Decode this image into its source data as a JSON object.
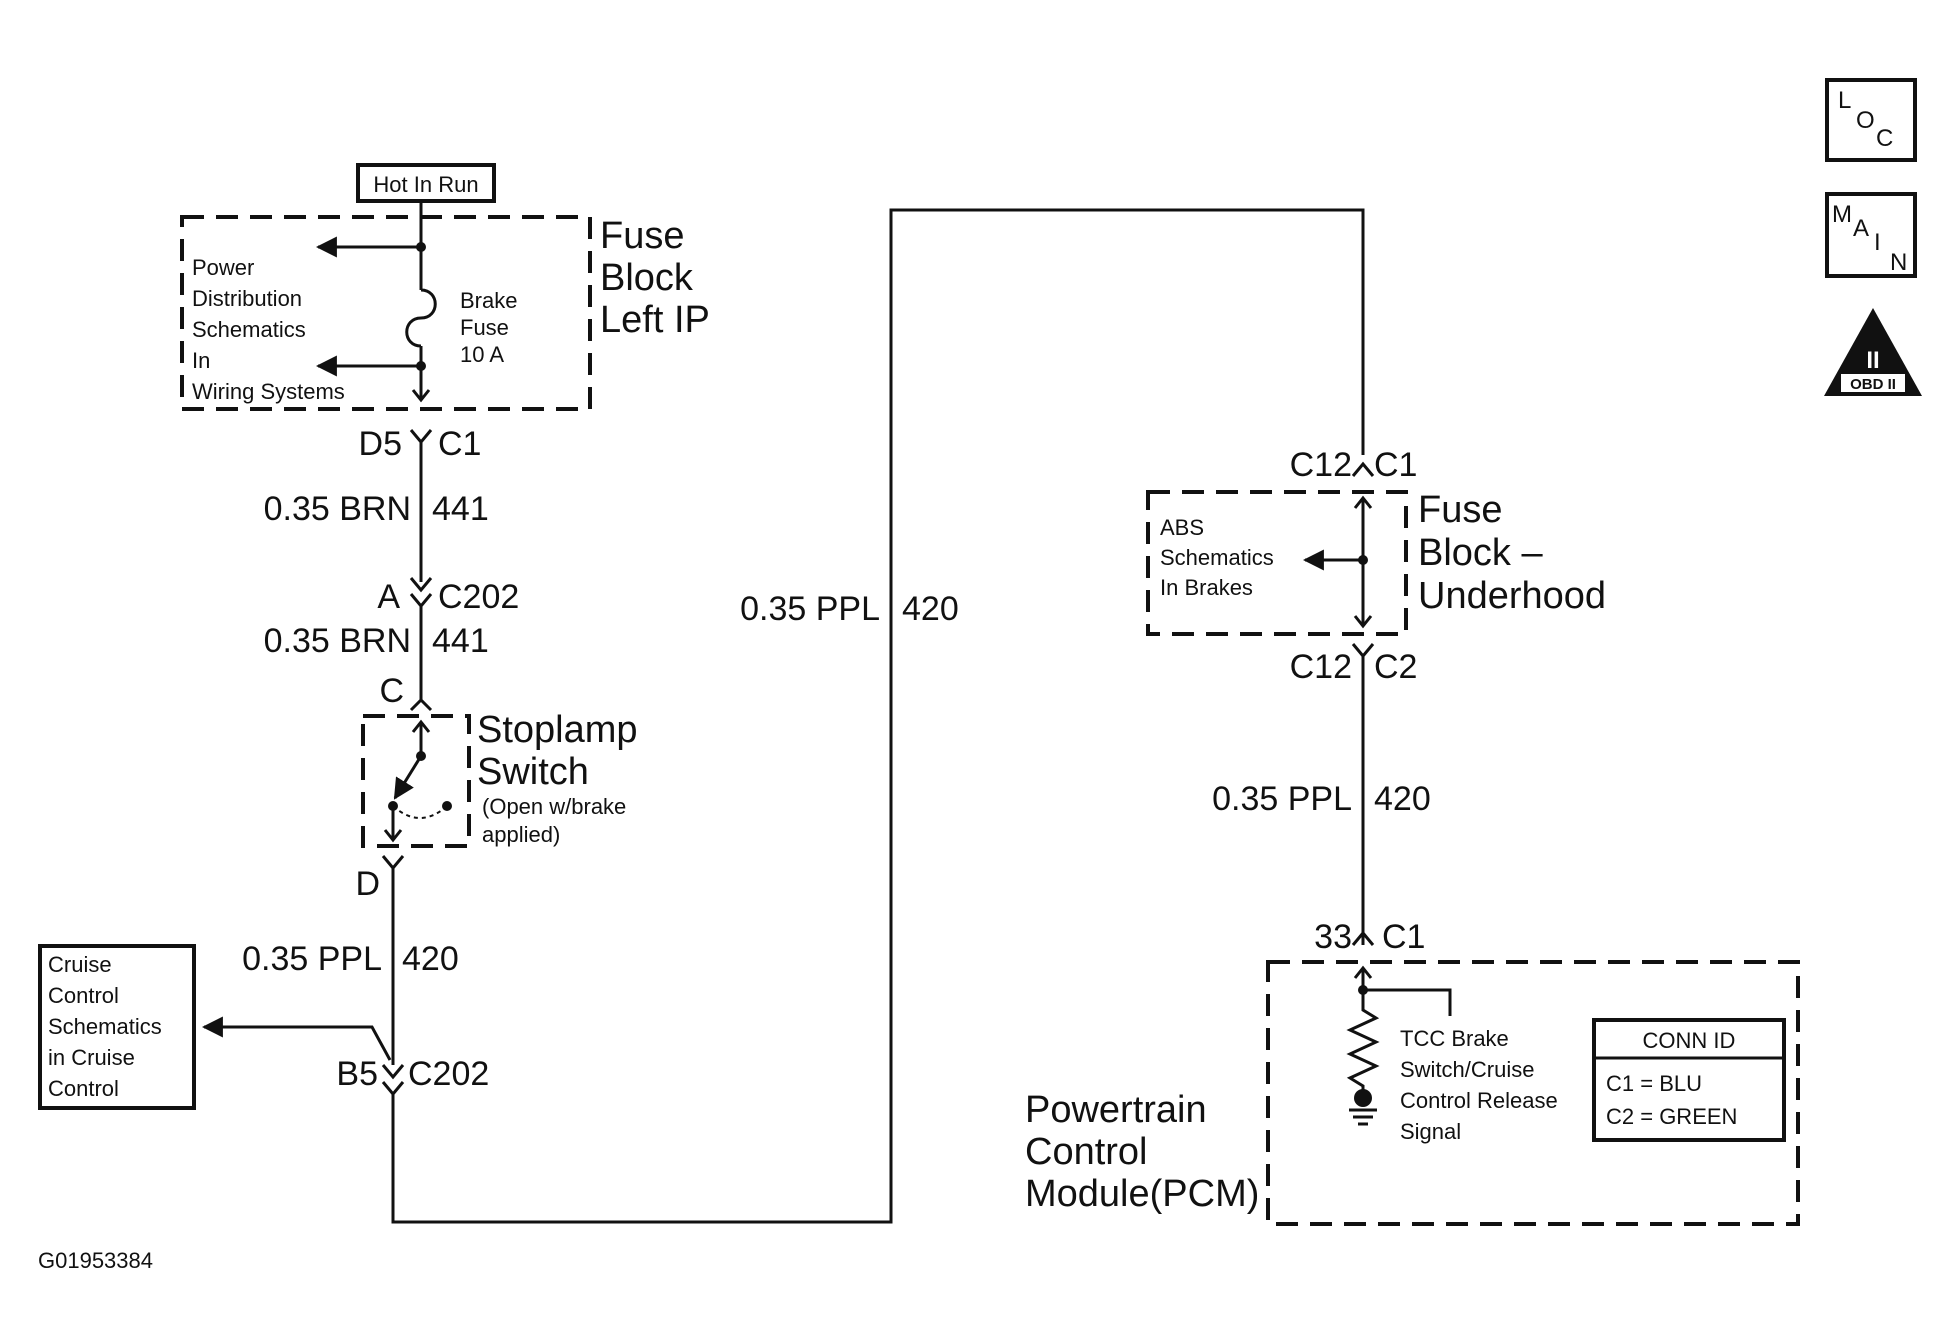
{
  "hot_in_run": "Hot In Run",
  "fuse_block_left": {
    "title_lines": [
      "Fuse",
      "Block",
      "Left IP"
    ]
  },
  "power_dist": {
    "lines": [
      "Power",
      "Distribution",
      "Schematics",
      "In",
      "Wiring Systems"
    ]
  },
  "brake_fuse": {
    "lines": [
      "Brake",
      "Fuse",
      "10 A"
    ]
  },
  "conn_d5": "D5",
  "conn_c1_left": "C1",
  "wire_brn_1": {
    "gauge": "0.35 BRN",
    "circuit": "441"
  },
  "conn_a": "A",
  "conn_c202_top": "C202",
  "wire_brn_2": {
    "gauge": "0.35 BRN",
    "circuit": "441"
  },
  "conn_c": "C",
  "stoplamp": {
    "title_lines": [
      "Stoplamp",
      "Switch"
    ],
    "note_lines": [
      "(Open w/brake",
      "applied)"
    ]
  },
  "conn_d": "D",
  "wire_ppl_left": {
    "gauge": "0.35 PPL",
    "circuit": "420"
  },
  "cruise_box": {
    "lines": [
      "Cruise",
      "Control",
      "Schematics",
      "in Cruise",
      "Control"
    ]
  },
  "conn_b5": "B5",
  "conn_c202_bottom": "C202",
  "wire_ppl_middle": {
    "gauge": "0.35 PPL",
    "circuit": "420"
  },
  "conn_c12_top": "C12",
  "conn_c1_top_right": "C1",
  "fuse_block_under": {
    "title_lines": [
      "Fuse",
      "Block –",
      "Underhood"
    ]
  },
  "abs": {
    "lines": [
      "ABS",
      "Schematics",
      "In Brakes"
    ]
  },
  "conn_c12_bottom": "C12",
  "conn_c2_right": "C2",
  "wire_ppl_right": {
    "gauge": "0.35 PPL",
    "circuit": "420"
  },
  "conn_33": "33",
  "conn_c1_pcm": "C1",
  "tcc": {
    "lines": [
      "TCC Brake",
      "Switch/Cruise",
      "Control Release",
      "Signal"
    ]
  },
  "conn_id": {
    "header": "CONN ID",
    "rows": [
      "C1 = BLU",
      "C2 = GREEN"
    ]
  },
  "pcm": {
    "lines": [
      "Powertrain",
      "Control",
      "Module(PCM)"
    ]
  },
  "figure_id": "G01953384",
  "icons": {
    "loc": {
      "l": "L",
      "o": "O",
      "c": "C"
    },
    "main": {
      "m": "M",
      "a": "A",
      "i": "I",
      "n": "N"
    },
    "obd": {
      "roman": "II",
      "label": "OBD II"
    }
  }
}
